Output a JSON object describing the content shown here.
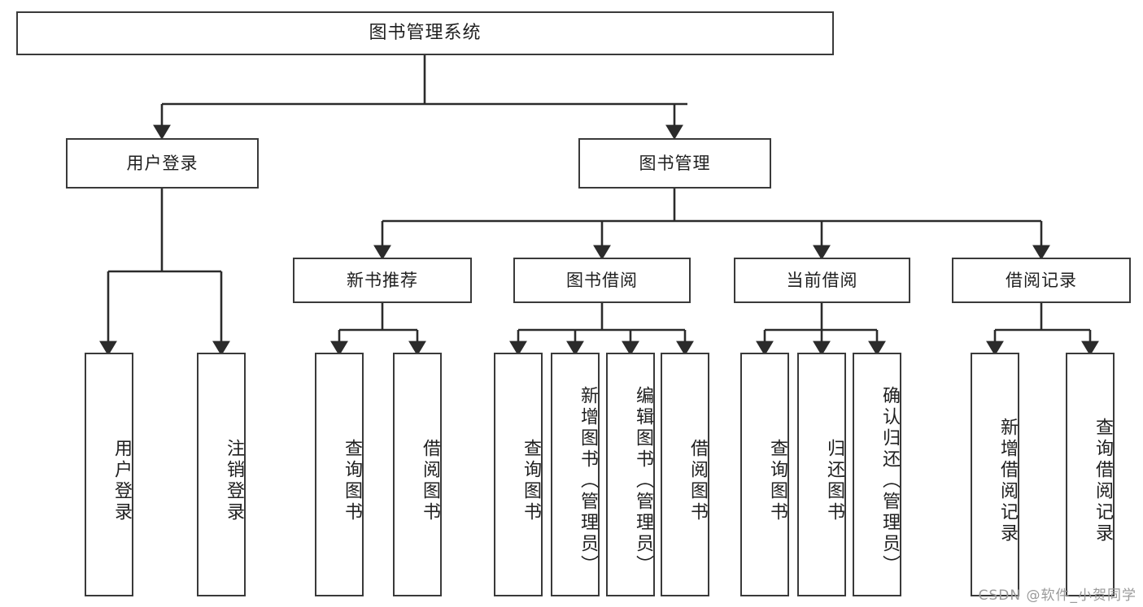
{
  "diagram": {
    "title": "图书管理系统",
    "type": "tree",
    "root": {
      "label": "图书管理系统"
    },
    "level2": [
      {
        "label": "用户登录"
      },
      {
        "label": "图书管理"
      }
    ],
    "level3": [
      {
        "label": "新书推荐"
      },
      {
        "label": "图书借阅"
      },
      {
        "label": "当前借阅"
      },
      {
        "label": "借阅记录"
      }
    ],
    "leaves": {
      "user_login": [
        {
          "label": "用户登录"
        },
        {
          "label": "注销登录"
        }
      ],
      "new_book_recommend": [
        {
          "label": "查询图书"
        },
        {
          "label": "借阅图书"
        }
      ],
      "book_borrow": [
        {
          "label": "查询图书"
        },
        {
          "label": "新增图书（管理员）"
        },
        {
          "label": "编辑图书（管理员）"
        },
        {
          "label": "借阅图书"
        }
      ],
      "current_borrow": [
        {
          "label": "查询图书"
        },
        {
          "label": "归还图书"
        },
        {
          "label": "确认归还（管理员）"
        }
      ],
      "borrow_record": [
        {
          "label": "新增借阅记录"
        },
        {
          "label": "查询借阅记录"
        }
      ]
    }
  },
  "watermark": {
    "text": "CSDN @软件_小贺同学"
  },
  "colors": {
    "box_border": "#3a3a3a",
    "box_fill": "#ffffff",
    "line": "#2b2b2b",
    "text": "#1f1f1f",
    "watermark": "#9a9a9a"
  }
}
